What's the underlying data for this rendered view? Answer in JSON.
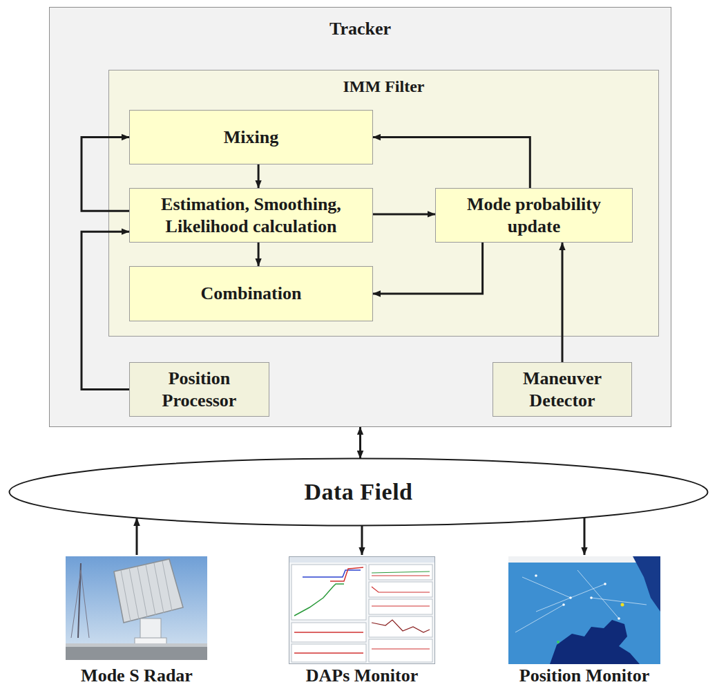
{
  "diagram": {
    "nodes": [
      {
        "text": [
          "Tracker"
        ]
      },
      {
        "text": [
          "IMM Filter"
        ],
        "in": 0
      },
      {
        "text": [
          "Mixing"
        ],
        "in": 1
      },
      {
        "text": [
          "Estimation, Smoothing, Likelihood calculation"
        ],
        "in": 1
      },
      {
        "text": [
          "Mode probability update"
        ],
        "in": 1
      },
      {
        "text": [
          "Combination"
        ],
        "in": 1
      },
      {
        "text": [
          "Position Processor"
        ],
        "in": 0
      },
      {
        "text": [
          "Maneuver Detector"
        ],
        "in": 0
      },
      {
        "text": [
          "Data Field"
        ]
      },
      {
        "text": [
          "Mode S Radar"
        ]
      },
      {
        "text": [
          "DAPs Monitor"
        ]
      },
      {
        "text": [
          "Position Monitor"
        ]
      }
    ],
    "edges": [
      {
        "from": 2,
        "to": 3,
        "arrow": "to"
      },
      {
        "from": 3,
        "to": 2,
        "arrow": "to"
      },
      {
        "from": 6,
        "to": 3,
        "arrow": "to"
      },
      {
        "from": 3,
        "to": 4,
        "arrow": "to"
      },
      {
        "from": 3,
        "to": 5,
        "arrow": "to"
      },
      {
        "from": 4,
        "to": 2,
        "arrow": "to"
      },
      {
        "from": 4,
        "to": 5,
        "arrow": "to"
      },
      {
        "from": 7,
        "to": 4,
        "arrow": "to"
      },
      {
        "from": 0,
        "to": 8,
        "arrow": "both"
      },
      {
        "from": 9,
        "to": 8,
        "arrow": "to"
      },
      {
        "from": 8,
        "to": 10,
        "arrow": "to"
      },
      {
        "from": 8,
        "to": 11,
        "arrow": "to"
      }
    ]
  }
}
